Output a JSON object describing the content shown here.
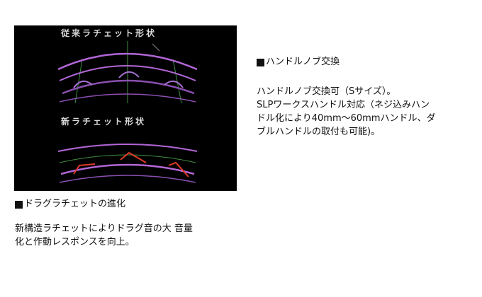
{
  "figure": {
    "old_title": "従来ラチェット形状",
    "new_title": "新ラチェット形状",
    "colors": {
      "ring": "#b266d6",
      "ring_inner": "#8a4fb0",
      "guide": "#3f8f3f",
      "tooth_old": "#a66fd0",
      "tooth_new": "#e03a2a",
      "background": "#000000"
    }
  },
  "drag_section": {
    "heading": "ドラグラチェットの進化",
    "lines": [
      "新構造ラチェットによりドラグ音の大 音量",
      "化と作動レスポンスを向上。"
    ]
  },
  "handle_section": {
    "heading": "ハンドルノブ交換",
    "lines": [
      "ハンドルノブ交換可（Sサイズ）。",
      "SLPワークスハンドル対応（ネジ込みハン",
      "ドル化により40mm～60mmハンドル、ダ",
      "ブルハンドルの取付も可能)。"
    ]
  }
}
